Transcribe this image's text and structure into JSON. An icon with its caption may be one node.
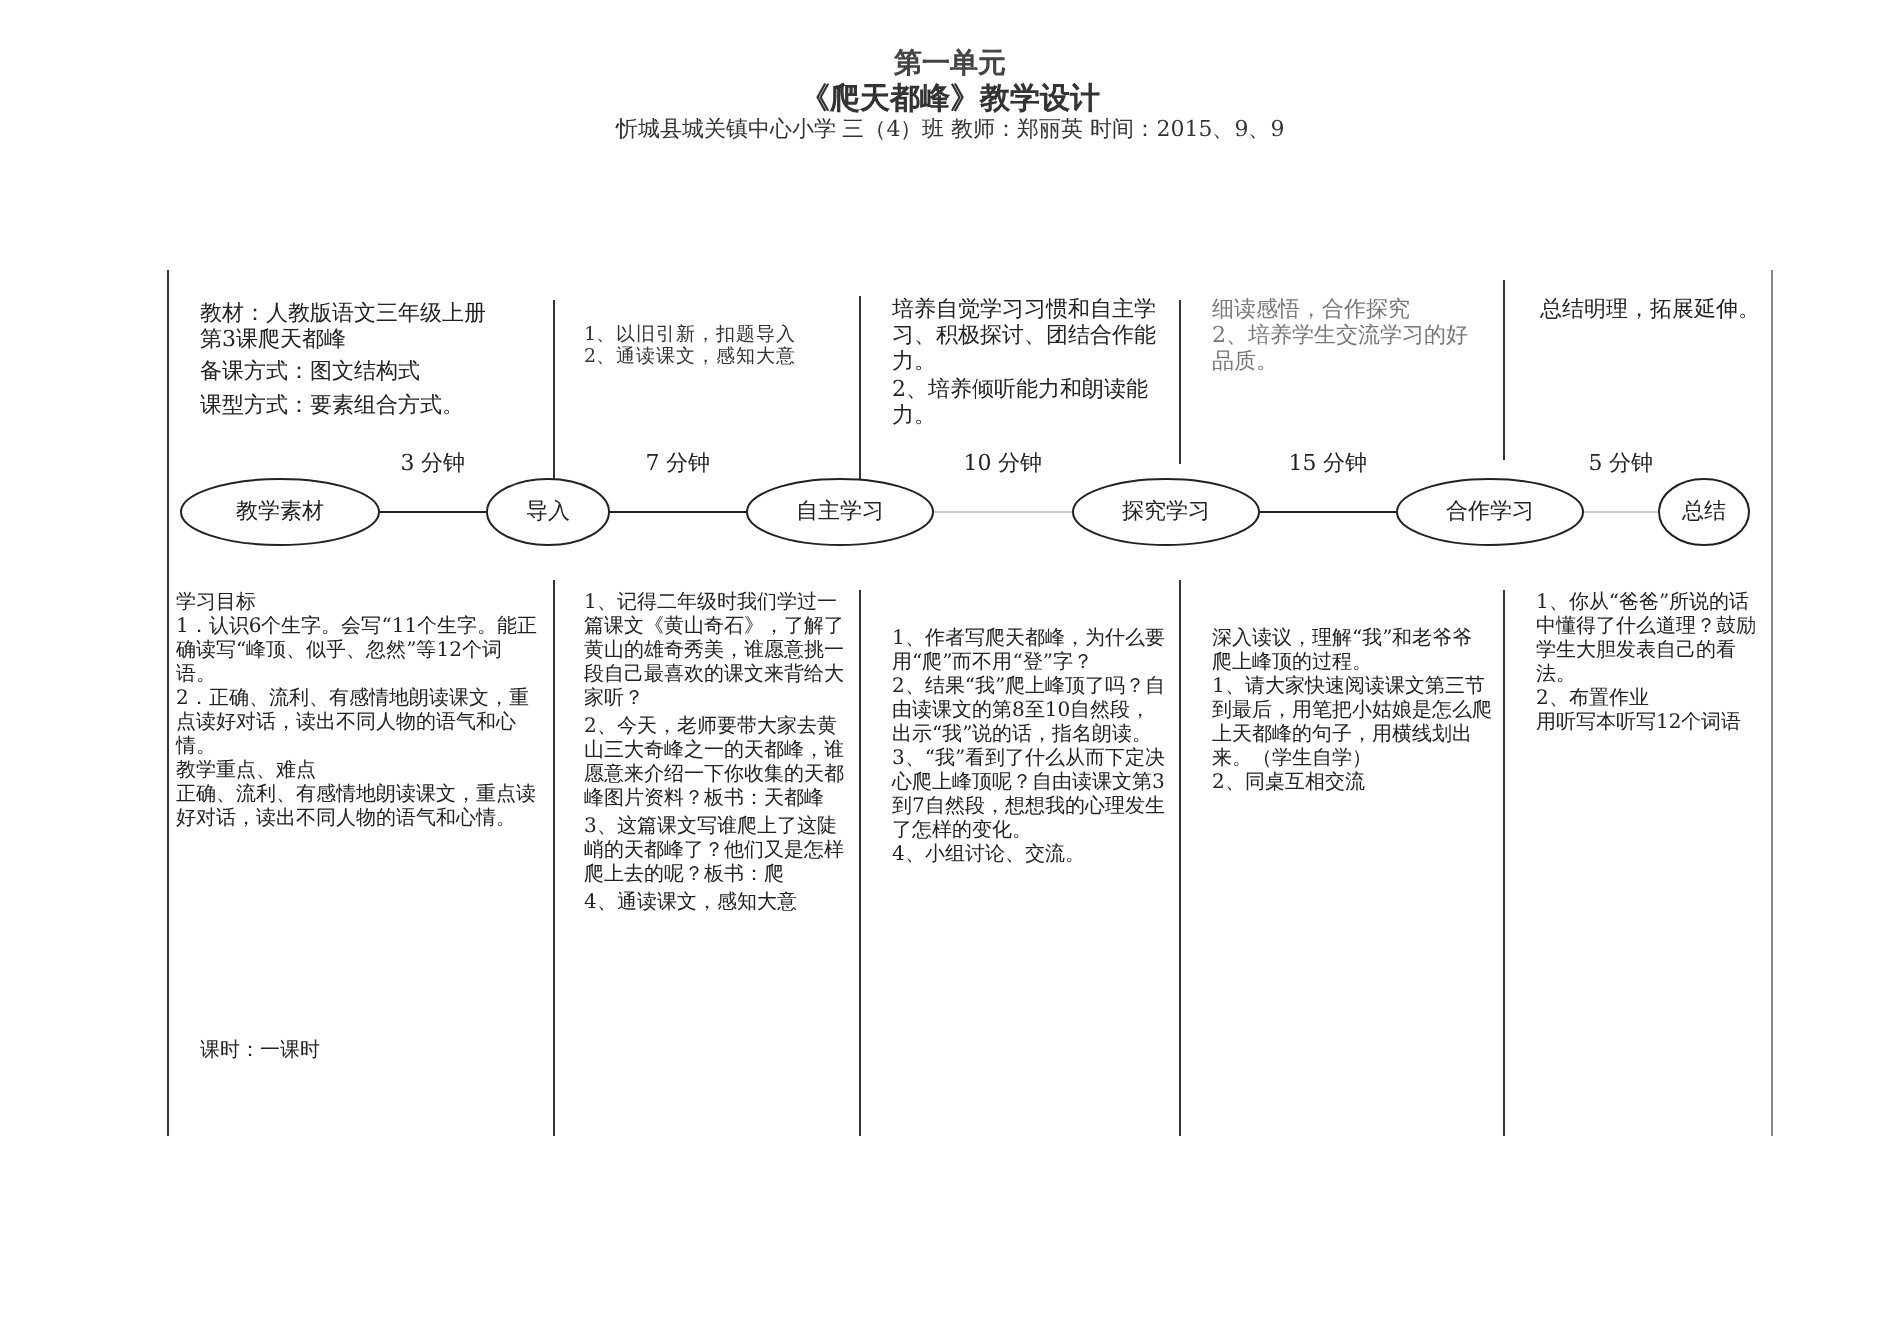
{
  "diagram": {
    "title": "《爬天都峰》教学设计",
    "nodes": [
      {
        "text": [
          "教学素材"
        ]
      },
      {
        "text": [
          "导入"
        ]
      },
      {
        "text": [
          "自主学习"
        ]
      },
      {
        "text": [
          "探究学习"
        ]
      },
      {
        "text": [
          "合作学习"
        ]
      },
      {
        "text": [
          "总结"
        ]
      }
    ],
    "edges": [
      {
        "from": 0,
        "to": 1,
        "arrow": "none",
        "label": "3 分钟"
      },
      {
        "from": 1,
        "to": 2,
        "arrow": "none",
        "label": "7 分钟"
      },
      {
        "from": 2,
        "to": 3,
        "arrow": "none",
        "label": "10 分钟",
        "color": "#cccccc"
      },
      {
        "from": 3,
        "to": 4,
        "arrow": "none",
        "label": "15 分钟"
      },
      {
        "from": 4,
        "to": 5,
        "arrow": "none",
        "label": "5 分钟",
        "color": "#cccccc"
      }
    ],
    "labels": [
      "第一单元",
      "忻城县城关镇中心小学 三（4）班  教师：郑丽英 时间：2015、9、9",
      "教材：人教版语文三年级上册第3课爬天都峰",
      "备课方式：图文结构式",
      "课型方式：要素组合方式。",
      "1、以旧引新，扣题导入",
      "2、通读课文，感知大意",
      "培养自觉学习习惯和自主学习、积极探讨、团结合作能力。",
      "2、培养倾听能力和朗读能力。",
      "细读感悟，合作探究",
      "2、培养学生交流学习的好品质。",
      "总结明理，拓展延伸。",
      "学习目标",
      "1．认识6个生字。会写“11个生字。能正确读写“峰顶、似乎、忽然”等12个词语。",
      "2．正确、流利、有感情地朗读课文，重点读好对话，读出不同人物的语气和心情。",
      "教学重点、难点",
      "正确、流利、有感情地朗读课文，重点读好对话，读出不同人物的语气和心情。",
      "课时：一课时",
      "1、记得二年级时我们学过一篇课文《黄山奇石》，了解了黄山的雄奇秀美，谁愿意挑一段自己最喜欢的课文来背给大家听？",
      "2、今天，老师要带大家去黄山三大奇峰之一的天都峰，谁愿意来介绍一下你收集的天都峰图片资料？板书：天都峰",
      "3、这篇课文写谁爬上了这陡峭的天都峰了？他们又是怎样爬上去的呢？板书：爬",
      "4、通读课文，感知大意",
      "1、作者写爬天都峰，为什么要用“爬”而不用“登”字？",
      "2、结果“我”爬上峰顶了吗？自由读课文的第8至10自然段，出示“我”说的话，指名朗读。",
      "3、“我”看到了什么从而下定决心爬上峰顶呢？自由读课文第3到7自然段，想想我的心理发生了怎样的变化。",
      "4、小组讨论、交流。",
      "深入读议，理解“我”和老爷爷爬上峰顶的过程。",
      "1、请大家快速阅读课文第三节到最后，用笔把小姑娘是怎么爬上天都峰的句子，用横线划出来。（学生自学）",
      "2、同桌互相交流",
      "1、你从“爸爸”所说的话中懂得了什么道理？鼓励学生大胆发表自己的看法。",
      "2、布置作业",
      "用听写本听写12个词语"
    ]
  }
}
